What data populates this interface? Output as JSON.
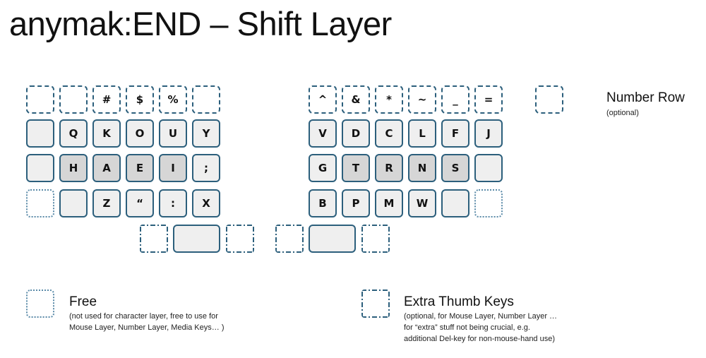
{
  "title": "anymak:END – Shift Layer",
  "colors": {
    "key_border": "#2c5f7c",
    "key_fill": "#efefef",
    "home_row_fill": "#d6d6d6",
    "free_border": "#5a8aa8"
  },
  "keys": {
    "left": {
      "number_row": [
        "",
        "",
        "#",
        "$",
        "%",
        ""
      ],
      "top_row": [
        "",
        "Q",
        "K",
        "O",
        "U",
        "Y"
      ],
      "home_row": [
        "",
        "H",
        "A",
        "E",
        "I",
        ";"
      ],
      "bottom_row": [
        "",
        "",
        "Z",
        "“",
        ":",
        "X"
      ],
      "thumbs": [
        "",
        "",
        ""
      ]
    },
    "right": {
      "number_row": [
        "^",
        "&",
        "*",
        "~",
        "_",
        "="
      ],
      "top_row": [
        "V",
        "D",
        "C",
        "L",
        "F",
        "J"
      ],
      "home_row": [
        "G",
        "T",
        "R",
        "N",
        "S",
        ""
      ],
      "bottom_row": [
        "B",
        "P",
        "M",
        "W",
        "",
        ""
      ],
      "thumbs": [
        "",
        "",
        ""
      ]
    }
  },
  "legend": {
    "number_row": {
      "label": "Number Row",
      "note": "(optional)"
    },
    "free": {
      "label": "Free",
      "note_line1": "(not used for character layer, free to use for",
      "note_line2": "Mouse Layer, Number Layer, Media Keys… )"
    },
    "extra_thumb": {
      "label": "Extra Thumb Keys",
      "note_line1": "(optional, for Mouse Layer, Number Layer …",
      "note_line2": "for “extra” stuff not being crucial, e.g.",
      "note_line3": "additional Del-key for non-mouse-hand use)"
    }
  }
}
